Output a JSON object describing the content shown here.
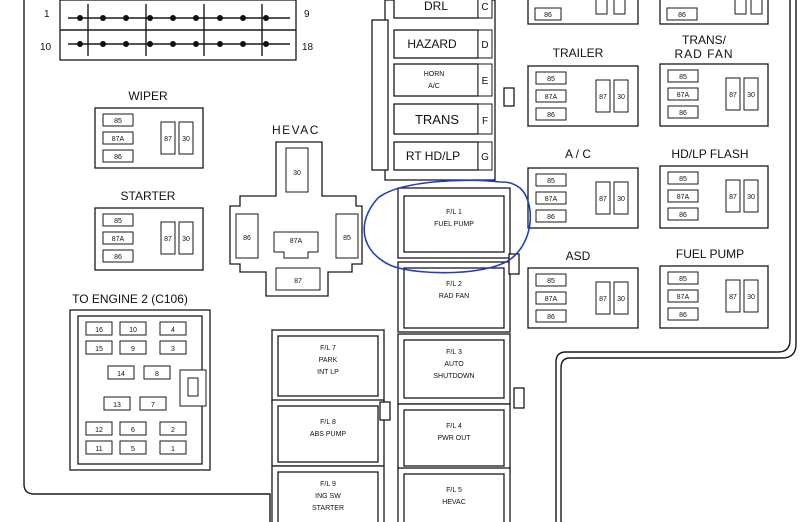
{
  "connector_top": {
    "pin_start_top": "1",
    "pin_end_top": "9",
    "pin_start_bottom": "10",
    "pin_end_bottom": "18"
  },
  "column_fuses": [
    {
      "id": "drl",
      "label": "DRL",
      "letter": "C"
    },
    {
      "id": "hazard",
      "label": "HAZARD",
      "letter": "D"
    },
    {
      "id": "horn",
      "label": "HORN A/C",
      "line1": "HORN",
      "line2": "A/C",
      "letter": "E"
    },
    {
      "id": "trans",
      "label": "TRANS",
      "letter": "F"
    },
    {
      "id": "rt-hd-lp",
      "label": "RT HD/LP",
      "letter": "G"
    }
  ],
  "relays": [
    {
      "id": "wiper",
      "title": "WIPER",
      "pins": [
        "85",
        "87A",
        "86",
        "87",
        "30"
      ]
    },
    {
      "id": "starter",
      "title": "STARTER",
      "pins": [
        "85",
        "87A",
        "86",
        "87",
        "30"
      ]
    },
    {
      "id": "trailer",
      "title": "TRAILER",
      "pins": [
        "85",
        "87A",
        "86",
        "87",
        "30"
      ]
    },
    {
      "id": "trans-rad-fan",
      "title": "TRANS/ RAD FAN",
      "title_line1": "TRANS/",
      "title_line2": "RAD  FAN",
      "pins": [
        "85",
        "87A",
        "86",
        "87",
        "30"
      ]
    },
    {
      "id": "ac",
      "title": "A / C",
      "pins": [
        "85",
        "87A",
        "86",
        "87",
        "30"
      ]
    },
    {
      "id": "hdlp-flash",
      "title": "HD/LP  FLASH",
      "pins": [
        "85",
        "87A",
        "86",
        "87",
        "30"
      ]
    },
    {
      "id": "asd",
      "title": "ASD",
      "pins": [
        "85",
        "87A",
        "86",
        "87",
        "30"
      ]
    },
    {
      "id": "fuel-pump",
      "title": "FUEL PUMP",
      "pins": [
        "85",
        "87A",
        "86",
        "87",
        "30"
      ]
    },
    {
      "id": "top-partial-mid",
      "title": "",
      "pins": [
        "86"
      ]
    },
    {
      "id": "top-partial-right",
      "title": "",
      "pins": [
        "86"
      ]
    }
  ],
  "hevac": {
    "title": "HEVAC",
    "pins": [
      "30",
      "86",
      "87A",
      "85",
      "87"
    ]
  },
  "engine_connector": {
    "title": "TO ENGINE 2 (C106)",
    "rows": [
      [
        "16",
        "10",
        "4"
      ],
      [
        "15",
        "9",
        "3"
      ],
      [
        "14",
        "8"
      ],
      [
        "13",
        "7"
      ],
      [
        "12",
        "6",
        "2"
      ],
      [
        "11",
        "5",
        "1"
      ]
    ]
  },
  "fusible_links": [
    {
      "id": "fl1",
      "number": "F/L 1",
      "name_line1": "FUEL PUMP",
      "name_line2": ""
    },
    {
      "id": "fl2",
      "number": "F/L 2",
      "name_line1": "RAD    FAN",
      "name_line2": ""
    },
    {
      "id": "fl3",
      "number": "F/L 3",
      "name_line1": "AUTO",
      "name_line2": "SHUTDOWN"
    },
    {
      "id": "fl4",
      "number": "F/L 4",
      "name_line1": "PWR   OUT",
      "name_line2": ""
    },
    {
      "id": "fl5",
      "number": "F/L 5",
      "name_line1": "HEVAC",
      "name_line2": ""
    },
    {
      "id": "fl7",
      "number": "F/L    7",
      "name_line1": "PARK",
      "name_line2": "INT LP"
    },
    {
      "id": "fl8",
      "number": "F/L 8",
      "name_line1": "ABS  PUMP",
      "name_line2": ""
    },
    {
      "id": "fl9",
      "number": "F/L  9",
      "name_line1": "ING    SW",
      "name_line2": "STARTER"
    }
  ],
  "highlight_color": "#1f3fbf"
}
